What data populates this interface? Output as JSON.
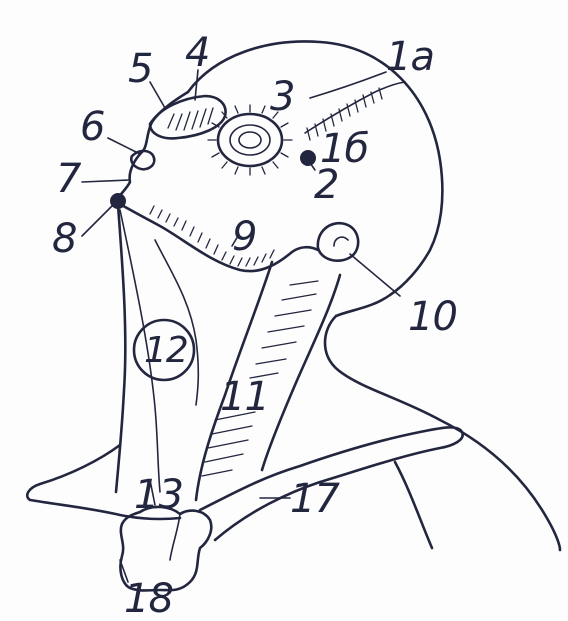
{
  "colors": {
    "ink": "#23263f",
    "paper": "#fdfdfd"
  },
  "labels": {
    "l1a": "1a",
    "l1b": "1б",
    "l2": "2",
    "l3": "3",
    "l4": "4",
    "l5": "5",
    "l6": "6",
    "l7": "7",
    "l8": "8",
    "l9": "9",
    "l10": "10",
    "l11": "11",
    "l12": "12",
    "l13": "13",
    "l17": "17",
    "l18": "18"
  }
}
